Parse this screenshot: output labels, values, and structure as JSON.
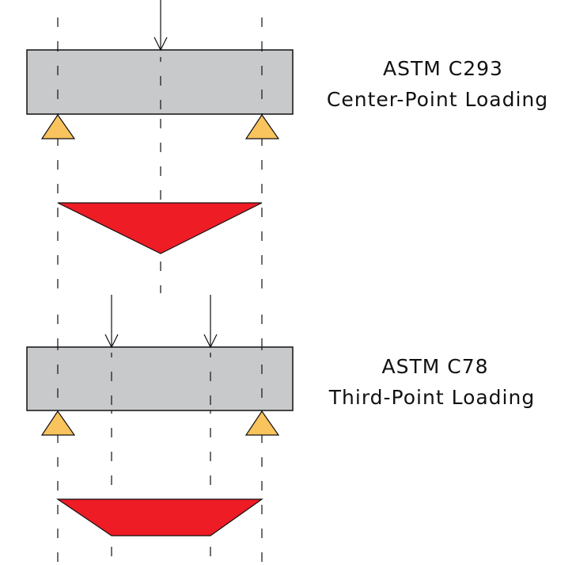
{
  "diagrams": [
    {
      "standard": "ASTM C293",
      "loading": "Center-Point Loading"
    },
    {
      "standard": "ASTM C78",
      "loading": "Third-Point Loading"
    }
  ],
  "colors": {
    "beam": "#c8c9cb",
    "support": "#f9c35d",
    "moment_diagram": "#ee1c25",
    "line": "#111111"
  }
}
